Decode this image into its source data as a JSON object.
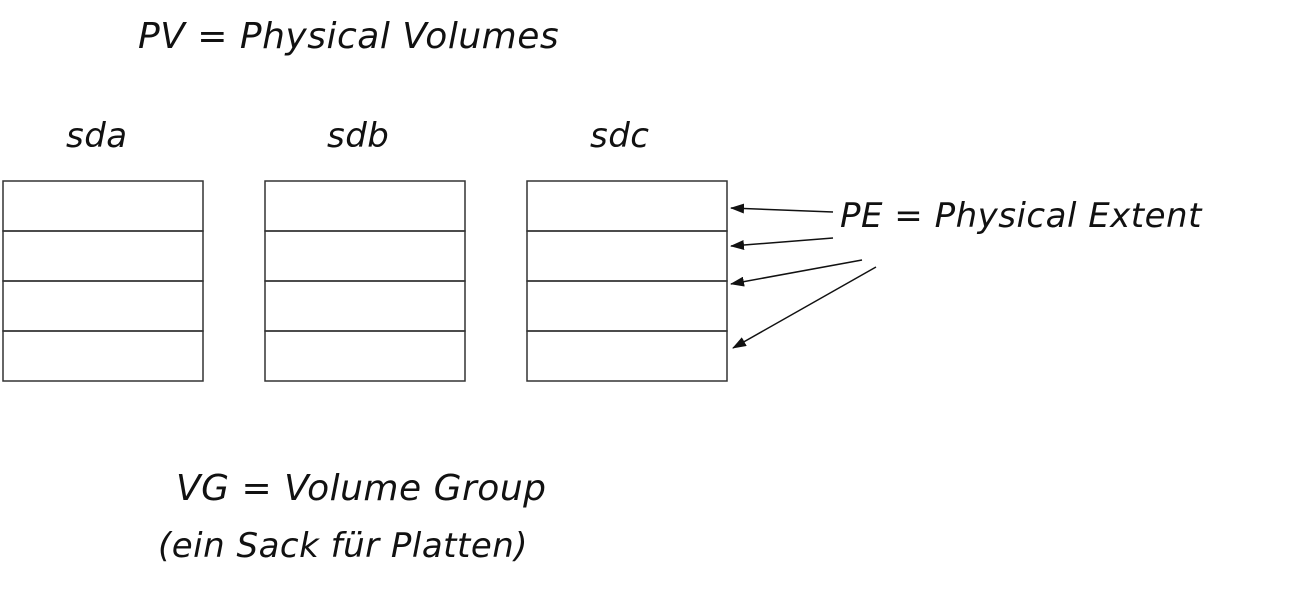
{
  "title": "PV = Physical Volumes",
  "disks": [
    {
      "label": "sda",
      "extents": 4
    },
    {
      "label": "sdb",
      "extents": 4
    },
    {
      "label": "sdc",
      "extents": 4
    }
  ],
  "pe_label": "PE = Physical Extent",
  "vg_label": "VG = Volume Group",
  "vg_note": "(ein Sack für Platten)"
}
